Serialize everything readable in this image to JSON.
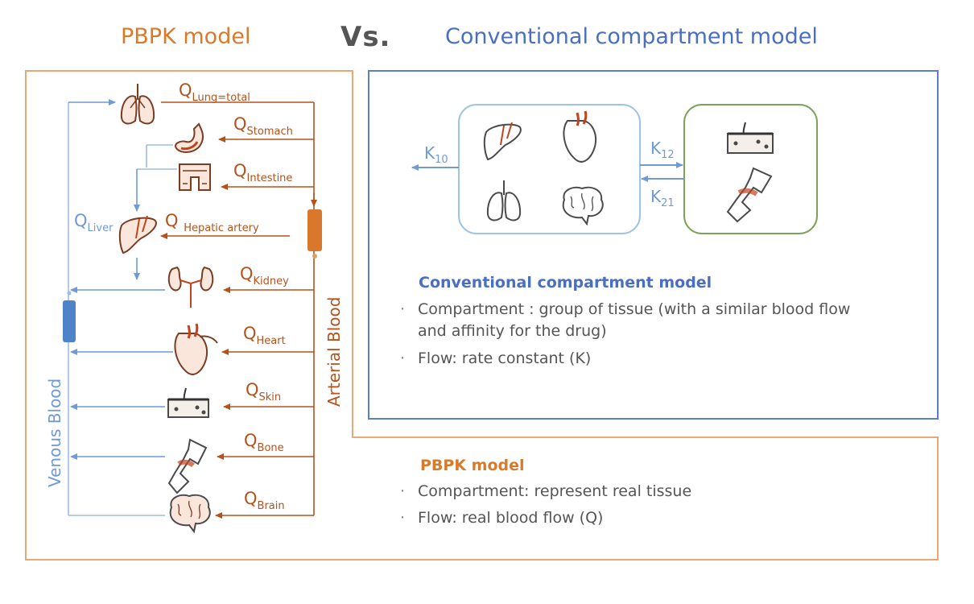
{
  "titles": {
    "pbpk": "PBPK model",
    "vs": "Vs.",
    "conventional": "Conventional compartment model"
  },
  "pbpk_flows": {
    "lung": {
      "q": "Q",
      "sub": "Lung=total"
    },
    "stomach": {
      "q": "Q",
      "sub": "Stomach"
    },
    "intestine": {
      "q": "Q",
      "sub": "Intestine"
    },
    "hepatic": {
      "q": "Q",
      "sub": "Hepatic artery"
    },
    "liver": {
      "q": "Q",
      "sub": "Liver"
    },
    "kidney": {
      "q": "Q",
      "sub": "Kidney"
    },
    "heart": {
      "q": "Q",
      "sub": "Heart"
    },
    "skin": {
      "q": "Q",
      "sub": "Skin"
    },
    "bone": {
      "q": "Q",
      "sub": "Bone"
    },
    "brain": {
      "q": "Q",
      "sub": "Brain"
    }
  },
  "blood_labels": {
    "arterial": "Arterial Blood",
    "venous": "Venous Blood"
  },
  "rate_constants": {
    "k10": {
      "k": "K",
      "sub": "10"
    },
    "k12": {
      "k": "K",
      "sub": "12"
    },
    "k21": {
      "k": "K",
      "sub": "21"
    }
  },
  "conventional_desc": {
    "heading": "Conventional compartment model",
    "bullets": [
      "Compartment : group of tissue (with a similar blood flow",
      "and affinity for the drug)",
      "Flow: rate constant (K)"
    ]
  },
  "pbpk_desc": {
    "heading": "PBPK model",
    "bullets": [
      "Compartment: represent real tissue",
      "Flow: real blood flow (Q)"
    ]
  },
  "organ_icons": [
    "lung-icon",
    "stomach-icon",
    "intestine-icon",
    "liver-icon",
    "kidney-icon",
    "heart-icon",
    "skin-icon",
    "bone-icon",
    "brain-icon"
  ],
  "colors": {
    "orange": "#d97a2b",
    "arterial": "#b5521c",
    "venous": "#6f9ad6",
    "conv_blue": "#4a6fc0",
    "green": "#7aa35a",
    "text": "#555555"
  }
}
